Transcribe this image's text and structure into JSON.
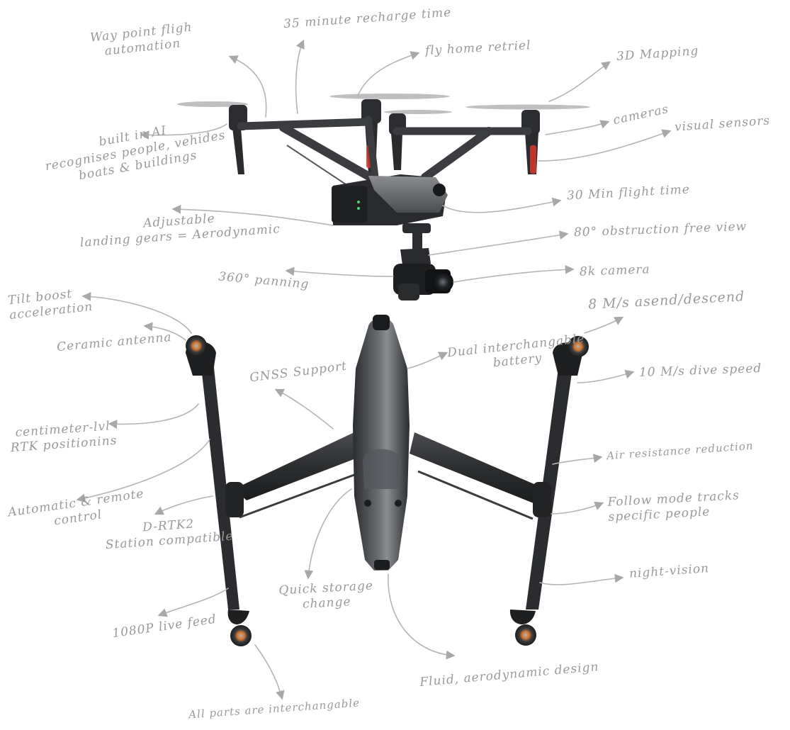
{
  "annotations": {
    "waypoint": "Way point fligh\nautomation",
    "recharge": "35 minute recharge time",
    "fly_home": "fly home retriel",
    "mapping": "3D Mapping",
    "ai": "built in AI\nrecognises people, vehides\nboats & buildings",
    "cameras": "cameras",
    "visual_sensors": "visual sensors",
    "landing_gear": "Adjustable\nlanding gears = Aerodynamic",
    "flight_time": "30 Min flight time",
    "obstruction": "80° obstruction free view",
    "panning": "360° panning",
    "camera_8k": "8k camera",
    "tilt_boost": "Tilt boost\nacceleration",
    "ceramic_antenna": "Ceramic antenna",
    "ascend": "8 M/s asend/descend",
    "gnss": "GNSS Support",
    "battery": "Dual interchangable\nbattery",
    "dive_speed": "10 M/s dive speed",
    "rtk": "centimeter-lvl\nRTK positionins",
    "air_resistance": "Air resistance reduction",
    "automatic_remote": "Automatic & remote\ncontrol",
    "drtk2": "D-RTK2\nStation compatible",
    "follow_mode": "Follow mode tracks\nspecific people",
    "night_vision": "night-vision",
    "quick_storage": "Quick storage\nchange",
    "live_feed": "1080P live feed",
    "aerodynamic": "Fluid, aerodynamic design",
    "parts": "All parts are interchangable"
  }
}
